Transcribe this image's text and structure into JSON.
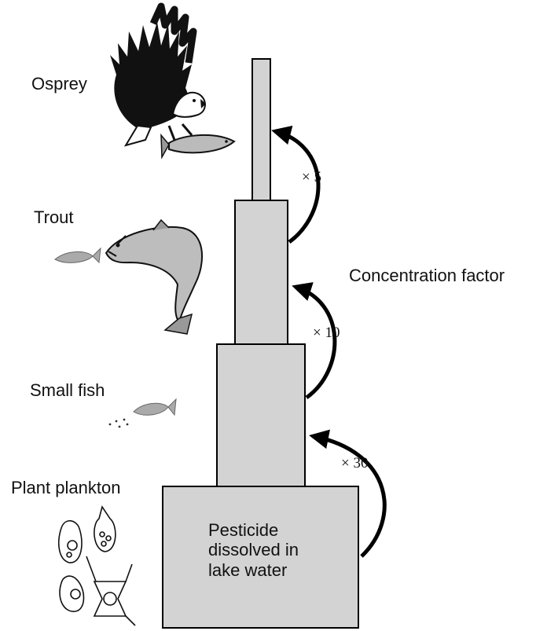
{
  "organisms": {
    "osprey": "Osprey",
    "trout": "Trout",
    "small_fish": "Small fish",
    "plankton": "Plant plankton"
  },
  "concentration_label": "Concentration factor",
  "factors": {
    "f1": "× 30",
    "f2": "× 10",
    "f3": "× 5"
  },
  "base_box": {
    "line1": "Pesticide",
    "line2": "dissolved in",
    "line3": "lake water"
  },
  "colors": {
    "box_fill": "#d3d3d3",
    "stroke": "#000000"
  },
  "icons": [
    "osprey-icon",
    "trout-icon",
    "small-fish-icon",
    "plankton-icon"
  ]
}
